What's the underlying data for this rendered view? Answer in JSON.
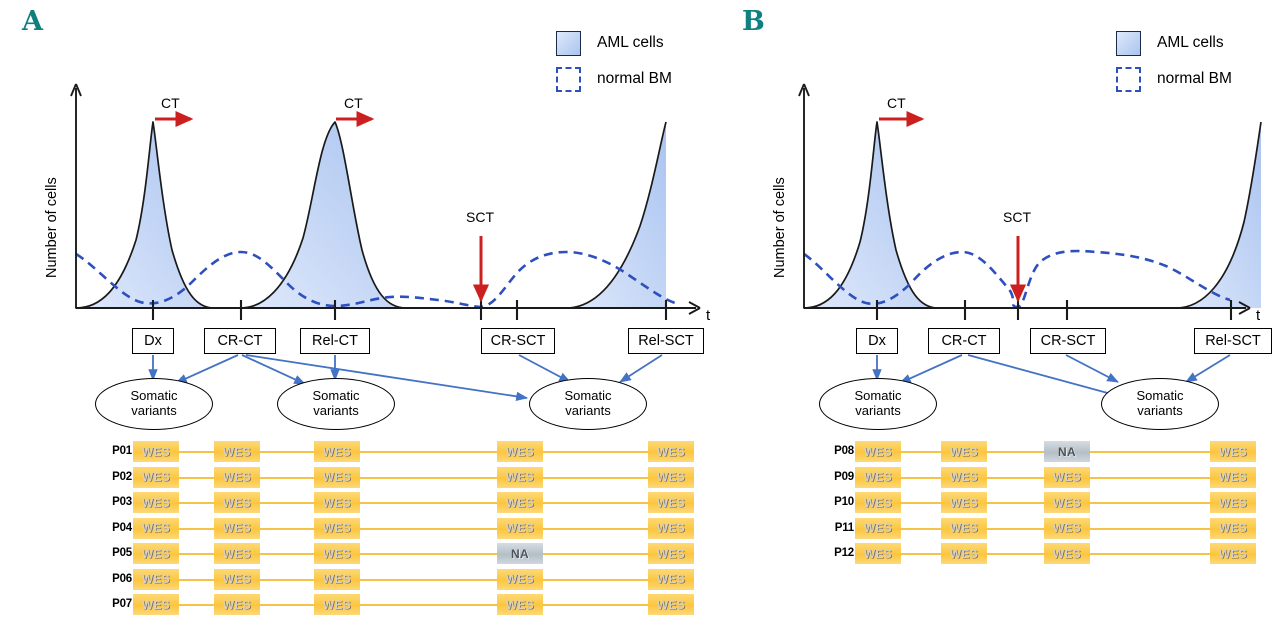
{
  "figure": {
    "type": "scientific-schematic",
    "panels": [
      "A",
      "B"
    ]
  },
  "panel_a": {
    "letter": "A",
    "legend": [
      {
        "key": "aml-cells",
        "label": "AML cells",
        "style": "filled-blue-gradient-box",
        "color": "#aac4ef"
      },
      {
        "key": "normal-bm",
        "label": "normal BM",
        "style": "dashed-blue-box",
        "color": "#2e4fbf"
      }
    ],
    "chart": {
      "ylabel": "Number of cells",
      "xlabel": "t",
      "annotations": [
        {
          "label": "CT",
          "kind": "horizontal-red-arrow"
        },
        {
          "label": "CT",
          "kind": "horizontal-red-arrow"
        },
        {
          "label": "SCT",
          "kind": "vertical-red-arrow"
        }
      ],
      "arrow_color": "#cc2020",
      "aml_curve_color": "#1a1a1a",
      "bm_curve_color": "#2e4fbf"
    },
    "timepoints": [
      {
        "id": "dx",
        "label": "Dx"
      },
      {
        "id": "cr-ct",
        "label": "CR-CT"
      },
      {
        "id": "rel-ct",
        "label": "Rel-CT"
      },
      {
        "id": "cr-sct",
        "label": "CR-SCT"
      },
      {
        "id": "rel-sct",
        "label": "Rel-SCT"
      }
    ],
    "variant_nodes": [
      {
        "line1": "Somatic",
        "line2": "variants"
      },
      {
        "line1": "Somatic",
        "line2": "variants"
      },
      {
        "line1": "Somatic",
        "line2": "variants"
      }
    ],
    "grid": {
      "columns": [
        "Dx",
        "CR-CT",
        "Rel-CT",
        "CR-SCT",
        "Rel-SCT"
      ],
      "rows": [
        {
          "patient": "P01",
          "cells": [
            "WES",
            "WES",
            "WES",
            "WES",
            "WES"
          ]
        },
        {
          "patient": "P02",
          "cells": [
            "WES",
            "WES",
            "WES",
            "WES",
            "WES"
          ]
        },
        {
          "patient": "P03",
          "cells": [
            "WES",
            "WES",
            "WES",
            "WES",
            "WES"
          ]
        },
        {
          "patient": "P04",
          "cells": [
            "WES",
            "WES",
            "WES",
            "WES",
            "WES"
          ]
        },
        {
          "patient": "P05",
          "cells": [
            "WES",
            "WES",
            "WES",
            "NA",
            "WES"
          ]
        },
        {
          "patient": "P06",
          "cells": [
            "WES",
            "WES",
            "WES",
            "WES",
            "WES"
          ]
        },
        {
          "patient": "P07",
          "cells": [
            "WES",
            "WES",
            "WES",
            "WES",
            "WES"
          ]
        }
      ]
    }
  },
  "panel_b": {
    "letter": "B",
    "legend": [
      {
        "key": "aml-cells",
        "label": "AML cells",
        "style": "filled-blue-gradient-box",
        "color": "#aac4ef"
      },
      {
        "key": "normal-bm",
        "label": "normal BM",
        "style": "dashed-blue-box",
        "color": "#2e4fbf"
      }
    ],
    "chart": {
      "ylabel": "Number of cells",
      "xlabel": "t",
      "annotations": [
        {
          "label": "CT",
          "kind": "horizontal-red-arrow"
        },
        {
          "label": "SCT",
          "kind": "vertical-red-arrow"
        }
      ],
      "arrow_color": "#cc2020",
      "aml_curve_color": "#1a1a1a",
      "bm_curve_color": "#2e4fbf"
    },
    "timepoints": [
      {
        "id": "dx",
        "label": "Dx"
      },
      {
        "id": "cr-ct",
        "label": "CR-CT"
      },
      {
        "id": "cr-sct",
        "label": "CR-SCT"
      },
      {
        "id": "rel-sct",
        "label": "Rel-SCT"
      }
    ],
    "variant_nodes": [
      {
        "line1": "Somatic",
        "line2": "variants"
      },
      {
        "line1": "Somatic",
        "line2": "variants"
      }
    ],
    "grid": {
      "columns": [
        "Dx",
        "CR-CT",
        "CR-SCT",
        "Rel-SCT"
      ],
      "rows": [
        {
          "patient": "P08",
          "cells": [
            "WES",
            "WES",
            "NA",
            "WES"
          ]
        },
        {
          "patient": "P09",
          "cells": [
            "WES",
            "WES",
            "WES",
            "WES"
          ]
        },
        {
          "patient": "P10",
          "cells": [
            "WES",
            "WES",
            "WES",
            "WES"
          ]
        },
        {
          "patient": "P11",
          "cells": [
            "WES",
            "WES",
            "WES",
            "WES"
          ]
        },
        {
          "patient": "P12",
          "cells": [
            "WES",
            "WES",
            "WES",
            "WES"
          ]
        }
      ]
    }
  },
  "chart_data": {
    "type": "line",
    "title": "",
    "xlabel": "t",
    "ylabel": "Number of cells",
    "grid": false,
    "legend_position": "top-right",
    "series": [
      {
        "name": "AML cells",
        "style": "solid-filled",
        "color": "#aac4ef"
      },
      {
        "name": "normal BM",
        "style": "dashed",
        "color": "#2e4fbf"
      }
    ],
    "panels": [
      {
        "panel": "A",
        "xticks": [
          "Dx",
          "CR-CT",
          "Rel-CT",
          "CR-SCT",
          "Rel-SCT"
        ],
        "xtick_positions": [
          0.14,
          0.27,
          0.42,
          0.71,
          0.95
        ],
        "aml_cells": {
          "x": [
            0.0,
            0.07,
            0.11,
            0.14,
            0.17,
            0.22,
            0.27,
            0.33,
            0.38,
            0.42,
            0.46,
            0.5,
            0.56,
            0.62,
            0.66,
            0.71,
            0.78,
            0.85,
            0.92,
            0.97
          ],
          "y": [
            0.0,
            0.06,
            0.35,
            0.8,
            0.45,
            0.12,
            0.0,
            0.0,
            0.22,
            0.8,
            0.4,
            0.1,
            0.0,
            0.0,
            0.0,
            0.0,
            0.04,
            0.22,
            0.6,
            0.88
          ]
        },
        "normal_bm": {
          "x": [
            0.0,
            0.06,
            0.11,
            0.14,
            0.2,
            0.27,
            0.33,
            0.38,
            0.42,
            0.48,
            0.55,
            0.62,
            0.68,
            0.71,
            0.76,
            0.83,
            0.9,
            0.97
          ],
          "y": [
            0.3,
            0.2,
            0.05,
            0.02,
            0.15,
            0.28,
            0.26,
            0.15,
            0.04,
            0.02,
            0.08,
            0.1,
            0.04,
            0.0,
            0.18,
            0.29,
            0.26,
            0.12
          ]
        },
        "treatment_markers": [
          {
            "label": "CT",
            "type": "horizontal-arrow",
            "x_start": 0.14,
            "x_end": 0.2,
            "y": 0.87
          },
          {
            "label": "CT",
            "type": "horizontal-arrow",
            "x_start": 0.42,
            "x_end": 0.48,
            "y": 0.87
          },
          {
            "label": "SCT",
            "type": "vertical-arrow",
            "x": 0.66,
            "y_start": 0.32,
            "y_end": 0.02
          }
        ]
      },
      {
        "panel": "B",
        "xticks": [
          "Dx",
          "CR-CT",
          "CR-SCT",
          "Rel-SCT"
        ],
        "xtick_positions": [
          0.16,
          0.35,
          0.57,
          0.94
        ],
        "aml_cells": {
          "x": [
            0.0,
            0.07,
            0.12,
            0.16,
            0.2,
            0.26,
            0.33,
            0.4,
            0.5,
            0.6,
            0.7,
            0.78,
            0.85,
            0.92,
            0.97
          ],
          "y": [
            0.0,
            0.06,
            0.35,
            0.82,
            0.5,
            0.14,
            0.0,
            0.0,
            0.0,
            0.0,
            0.0,
            0.05,
            0.26,
            0.64,
            0.9
          ]
        },
        "normal_bm": {
          "x": [
            0.0,
            0.07,
            0.13,
            0.16,
            0.24,
            0.33,
            0.4,
            0.48,
            0.53,
            0.57,
            0.62,
            0.7,
            0.8,
            0.9,
            0.97
          ],
          "y": [
            0.3,
            0.2,
            0.06,
            0.03,
            0.14,
            0.28,
            0.26,
            0.1,
            0.02,
            0.0,
            0.22,
            0.3,
            0.28,
            0.18,
            0.08
          ]
        },
        "treatment_markers": [
          {
            "label": "CT",
            "type": "horizontal-arrow",
            "x_start": 0.16,
            "x_end": 0.24,
            "y": 0.87
          },
          {
            "label": "SCT",
            "type": "vertical-arrow",
            "x": 0.53,
            "y_start": 0.33,
            "y_end": 0.02
          }
        ]
      }
    ]
  }
}
